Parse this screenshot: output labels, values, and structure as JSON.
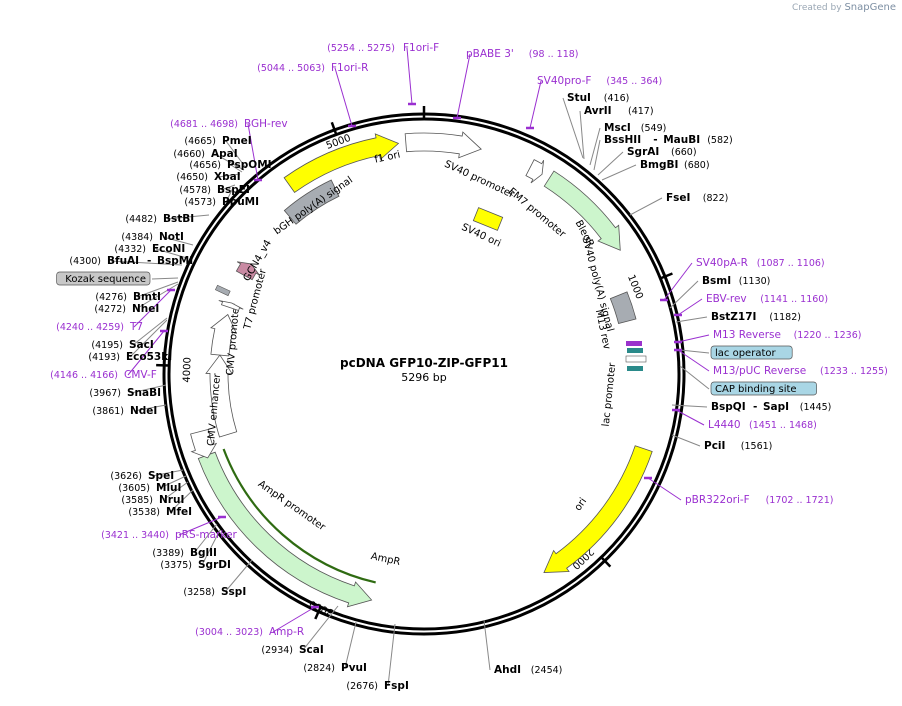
{
  "watermark": {
    "prefix": "Created by",
    "brand": "SnapGene"
  },
  "plasmid": {
    "name": "pcDNA GFP10-ZIP-GFP11",
    "size_label": "5296 bp",
    "length": 5296
  },
  "ticks": [
    {
      "bp": 0,
      "label": ""
    },
    {
      "bp": 1000,
      "label": "1000"
    },
    {
      "bp": 2000,
      "label": "2000"
    },
    {
      "bp": 3000,
      "label": "3000"
    },
    {
      "bp": 4000,
      "label": "4000"
    },
    {
      "bp": 5000,
      "label": "5000"
    }
  ],
  "features": [
    {
      "name": "f1-ori",
      "label": "f1 ori",
      "color": "#ffff00",
      "start": 4774,
      "end": 5203,
      "dir": "cw"
    },
    {
      "name": "sv40-promoter",
      "label": "SV40 promoter",
      "color": "#ffffff",
      "start": 5230,
      "end": 210,
      "dir": "cw"
    },
    {
      "name": "em7-promoter",
      "label": "EM7 promoter",
      "color": "#ffffff",
      "start": 400,
      "end": 450,
      "dir": "cw"
    },
    {
      "name": "bleor",
      "label": "BleoR",
      "color": "#ccf5cc",
      "start": 480,
      "end": 850,
      "dir": "cw"
    },
    {
      "name": "sv40-polya",
      "label": "SV40 poly(A) signal",
      "color": "#a7acb2",
      "start": 1000,
      "end": 1110,
      "dir": "none"
    },
    {
      "name": "ori",
      "label": "ori",
      "color": "#ffff00",
      "start": 1600,
      "end": 2190,
      "dir": "cw"
    },
    {
      "name": "ampr",
      "label": "AmpR",
      "color": "#ccf5cc",
      "start": 2840,
      "end": 3670,
      "dir": "ccw"
    },
    {
      "name": "ampr-promoter",
      "label": "AmpR promoter",
      "color": "#ffffff",
      "start": 3660,
      "end": 3760,
      "dir": "ccw"
    },
    {
      "name": "cmv-enhancer",
      "label": "CMV enhancer",
      "color": "#ffffff",
      "start": 3720,
      "end": 4050,
      "dir": "cw"
    },
    {
      "name": "cmv-promoter",
      "label": "CMV promoter",
      "color": "#ffffff",
      "start": 4050,
      "end": 4220,
      "dir": "cw"
    },
    {
      "name": "t7-promoter",
      "label": "T7 promoter",
      "color": "#ffffff",
      "start": 4250,
      "end": 4270,
      "dir": "cw"
    },
    {
      "name": "gcn4-v4",
      "label": "GCN4_v4",
      "color": "#c98aa3",
      "start": 4395,
      "end": 4450,
      "dir": "cw"
    },
    {
      "name": "bgh-polya",
      "label": "bGH poly(A) signal",
      "color": "#a7acb2",
      "start": 4700,
      "end": 4920,
      "dir": "none"
    }
  ],
  "inner_features": [
    {
      "name": "sv40-ori",
      "label": "SV40 ori",
      "color": "#ffff00"
    },
    {
      "name": "m13-rev",
      "label": "M13 rev",
      "color": "#9a33cc"
    },
    {
      "name": "lac-promoter",
      "label": "lac promoter",
      "color": "#ffffff"
    }
  ],
  "right_sites": [
    {
      "name": "StuI",
      "pos": "(416)",
      "kind": "enzyme"
    },
    {
      "name": "AvrII",
      "pos": "(417)",
      "kind": "enzyme"
    },
    {
      "name": "MscI",
      "pos": "(549)",
      "kind": "enzyme"
    },
    {
      "name": "BssHII",
      "name2": "MauBI",
      "pos": "(582)",
      "kind": "enzyme"
    },
    {
      "name": "SgrAI",
      "pos": "(660)",
      "kind": "enzyme"
    },
    {
      "name": "BmgBI",
      "pos": "(680)",
      "kind": "enzyme"
    },
    {
      "name": "FseI",
      "pos": "(822)",
      "kind": "enzyme"
    },
    {
      "name": "SV40pA-R",
      "pos": "(1087 .. 1106)",
      "kind": "primer"
    },
    {
      "name": "BsmI",
      "pos": "(1130)",
      "kind": "enzyme"
    },
    {
      "name": "EBV-rev",
      "pos": "(1141 .. 1160)",
      "kind": "primer"
    },
    {
      "name": "BstZ17I",
      "pos": "(1182)",
      "kind": "enzyme"
    },
    {
      "name": "M13 Reverse",
      "pos": "(1220 .. 1236)",
      "kind": "primer"
    },
    {
      "name": "lac operator",
      "pos": "",
      "kind": "boxed-blue"
    },
    {
      "name": "M13/pUC Reverse",
      "pos": "(1233 .. 1255)",
      "kind": "primer"
    },
    {
      "name": "CAP binding site",
      "pos": "",
      "kind": "boxed-blue"
    },
    {
      "name": "BspQI",
      "name2": "SapI",
      "pos": "(1445)",
      "kind": "enzyme"
    },
    {
      "name": "L4440",
      "pos": "(1451 .. 1468)",
      "kind": "primer"
    },
    {
      "name": "PciI",
      "pos": "(1561)",
      "kind": "enzyme"
    },
    {
      "name": "pBR322ori-F",
      "pos": "(1702 .. 1721)",
      "kind": "primer"
    },
    {
      "name": "AhdI",
      "pos": "(2454)",
      "kind": "enzyme"
    }
  ],
  "left_sites": [
    {
      "name": "F1ori-F",
      "pos": "(5254 .. 5275)",
      "kind": "primer"
    },
    {
      "name": "pBABE 3'",
      "pos": "(98 .. 118)",
      "kind": "primer"
    },
    {
      "name": "SV40pro-F",
      "pos": "(345 .. 364)",
      "kind": "primer"
    },
    {
      "name": "F1ori-R",
      "pos": "(5044 .. 5063)",
      "kind": "primer"
    },
    {
      "name": "BGH-rev",
      "pos": "(4681 .. 4698)",
      "kind": "primer"
    },
    {
      "name": "PmeI",
      "pos": "(4665)",
      "kind": "enzyme"
    },
    {
      "name": "ApaI",
      "pos": "(4660)",
      "kind": "enzyme"
    },
    {
      "name": "PspOMI",
      "pos": "(4656)",
      "kind": "enzyme"
    },
    {
      "name": "XbaI",
      "pos": "(4650)",
      "kind": "enzyme"
    },
    {
      "name": "BspEI",
      "pos": "(4578)",
      "kind": "enzyme"
    },
    {
      "name": "PpuMI",
      "pos": "(4573)",
      "kind": "enzyme"
    },
    {
      "name": "BstBI",
      "pos": "(4482)",
      "kind": "enzyme"
    },
    {
      "name": "NotI",
      "pos": "(4384)",
      "kind": "enzyme"
    },
    {
      "name": "EcoNI",
      "pos": "(4332)",
      "kind": "enzyme"
    },
    {
      "name": "BfuAI",
      "name2": "BspMI",
      "pos": "(4300)",
      "kind": "enzyme"
    },
    {
      "name": "Kozak sequence",
      "pos": "",
      "kind": "boxed-gray"
    },
    {
      "name": "BmtI",
      "pos": "(4276)",
      "kind": "enzyme"
    },
    {
      "name": "NheI",
      "pos": "(4272)",
      "kind": "enzyme"
    },
    {
      "name": "T7",
      "pos": "(4240 .. 4259)",
      "kind": "primer"
    },
    {
      "name": "SacI",
      "pos": "(4195)",
      "kind": "enzyme"
    },
    {
      "name": "Eco53kI",
      "pos": "(4193)",
      "kind": "enzyme"
    },
    {
      "name": "CMV-F",
      "pos": "(4146 .. 4166)",
      "kind": "primer"
    },
    {
      "name": "SnaBI",
      "pos": "(3967)",
      "kind": "enzyme"
    },
    {
      "name": "NdeI",
      "pos": "(3861)",
      "kind": "enzyme"
    },
    {
      "name": "SpeI",
      "pos": "(3626)",
      "kind": "enzyme"
    },
    {
      "name": "MluI",
      "pos": "(3605)",
      "kind": "enzyme"
    },
    {
      "name": "NruI",
      "pos": "(3585)",
      "kind": "enzyme"
    },
    {
      "name": "MfeI",
      "pos": "(3538)",
      "kind": "enzyme"
    },
    {
      "name": "pRS-marker",
      "pos": "(3421 .. 3440)",
      "kind": "primer"
    },
    {
      "name": "BglII",
      "pos": "(3389)",
      "kind": "enzyme"
    },
    {
      "name": "SgrDI",
      "pos": "(3375)",
      "kind": "enzyme"
    },
    {
      "name": "SspI",
      "pos": "(3258)",
      "kind": "enzyme"
    },
    {
      "name": "Amp-R",
      "pos": "(3004 .. 3023)",
      "kind": "primer"
    },
    {
      "name": "ScaI",
      "pos": "(2934)",
      "kind": "enzyme"
    },
    {
      "name": "PvuI",
      "pos": "(2824)",
      "kind": "enzyme"
    },
    {
      "name": "FspI",
      "pos": "(2676)",
      "kind": "enzyme"
    }
  ]
}
